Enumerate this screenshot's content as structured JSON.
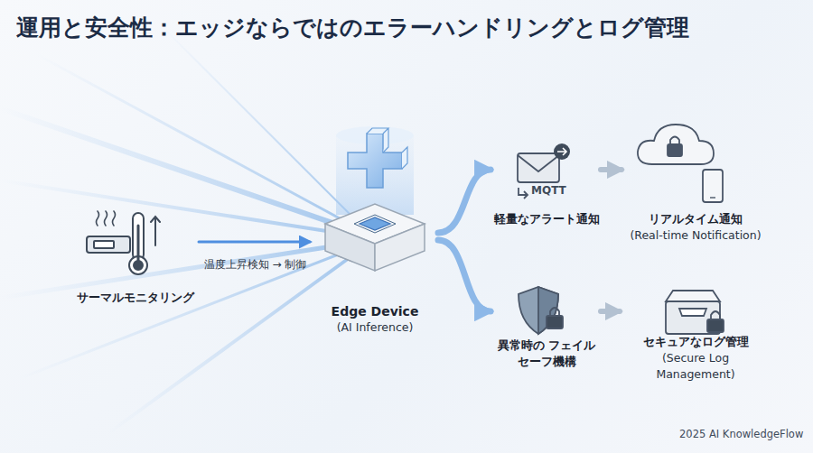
{
  "diagram": {
    "title": "運用と安全性：エッジならではのエラーハンドリングとログ管理",
    "nodes": [
      {
        "text": [
          "サーマルモニタリング"
        ]
      },
      {
        "text": [
          "Edge Device",
          "(AI Inference)"
        ]
      },
      {
        "text": [
          "軽量なアラート通知"
        ]
      },
      {
        "text": [
          "リアルタイム通知",
          "(Real-time Notification)"
        ]
      },
      {
        "text": [
          "異常時の フェイルセーフ機構"
        ]
      },
      {
        "text": [
          "セキュアなログ管理",
          "(Secure Log Management)"
        ]
      }
    ],
    "edges": [
      {
        "from": 0,
        "to": 1,
        "label": "温度上昇検知 → 制御",
        "arrow": "to"
      },
      {
        "from": 1,
        "to": 2,
        "arrow": "to"
      },
      {
        "from": 1,
        "to": 4,
        "arrow": "to"
      },
      {
        "from": 2,
        "to": 3,
        "arrow": "to"
      },
      {
        "from": 4,
        "to": 5,
        "arrow": "to"
      }
    ],
    "labels": [
      "MQTT",
      "2025 AI KnowledgeFlow"
    ]
  }
}
